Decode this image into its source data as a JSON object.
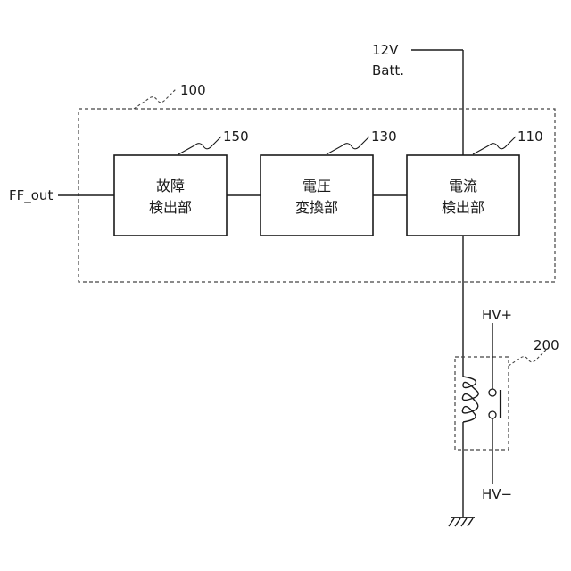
{
  "labels": {
    "power_voltage": "12V",
    "power_batt": "Batt.",
    "ff_out": "FF_out",
    "hv_plus": "HV+",
    "hv_minus": "HV−"
  },
  "refs": {
    "outer_module": "100",
    "relay": "200",
    "fault_block": "150",
    "voltage_block": "130",
    "current_block": "110"
  },
  "blocks": {
    "fault_detect": {
      "line1": "故障",
      "line2": "検出部"
    },
    "voltage_convert": {
      "line1": "電圧",
      "line2": "変換部"
    },
    "current_detect": {
      "line1": "電流",
      "line2": "検出部"
    }
  }
}
